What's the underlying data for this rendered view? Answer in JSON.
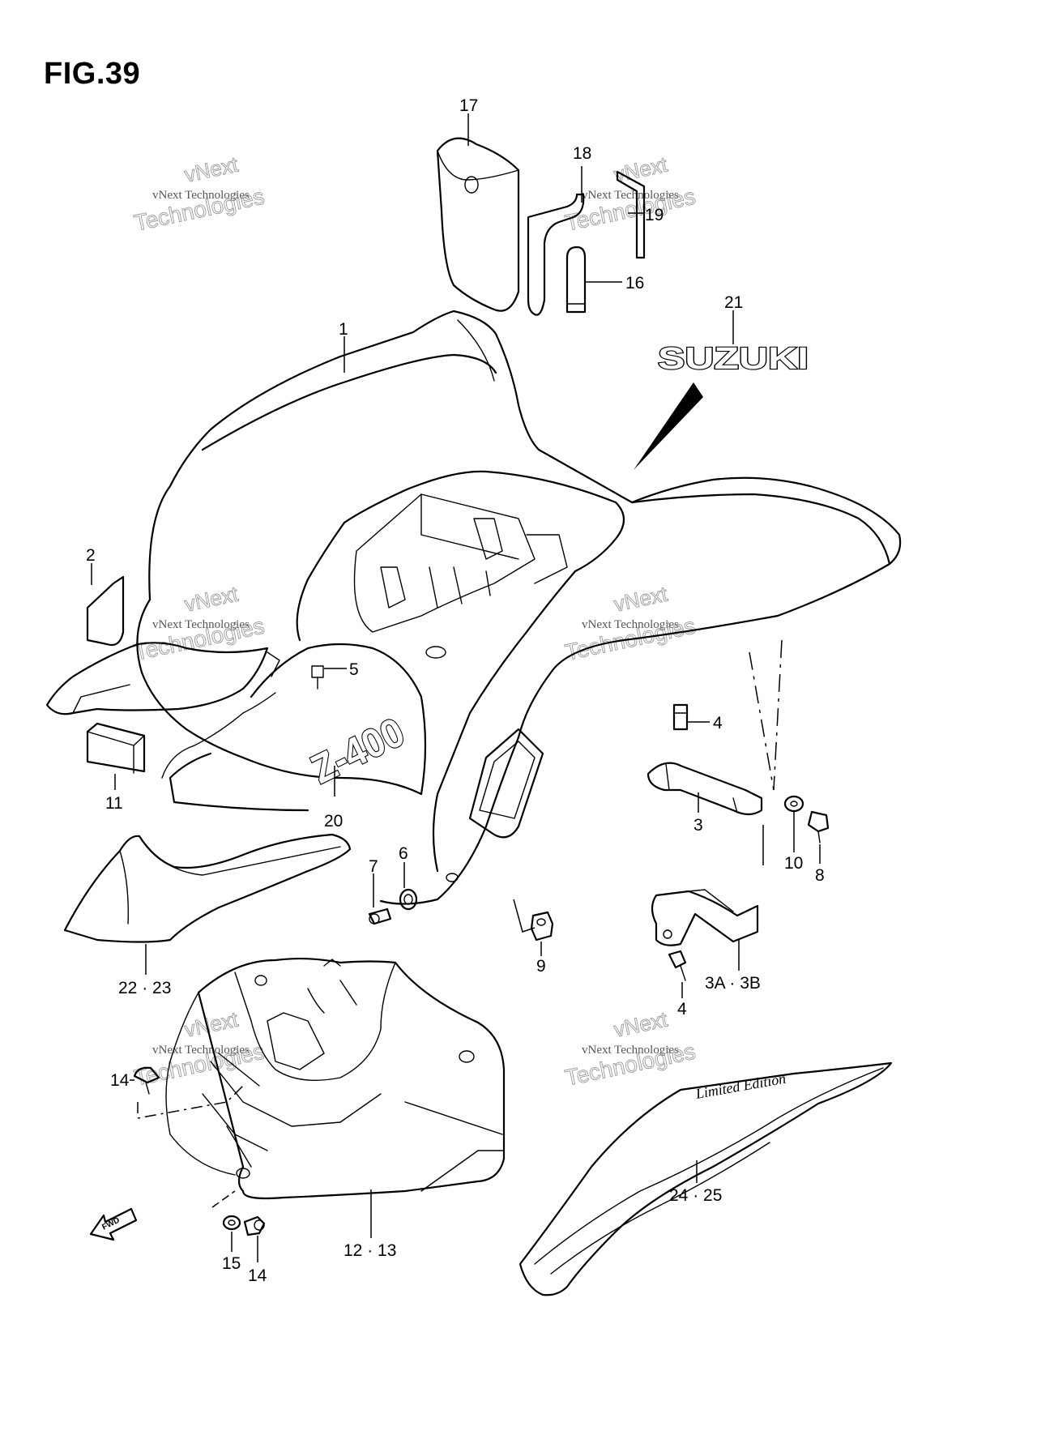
{
  "figure": {
    "title": "FIG.39"
  },
  "watermark": {
    "line1": "vNext",
    "line2": "vNext Technologies",
    "line3": "Technologies"
  },
  "decals": {
    "brand": "SUZUKI",
    "model": "Z-400",
    "edition": "Limited Edition"
  },
  "fwd_label": "FWD",
  "callouts": {
    "c1": "1",
    "c2": "2",
    "c3": "3",
    "c3a3b": "3A · 3B",
    "c4a": "4",
    "c4b": "4",
    "c5": "5",
    "c6": "6",
    "c7": "7",
    "c8": "8",
    "c9": "9",
    "c10": "10",
    "c11": "11",
    "c1213": "12 · 13",
    "c14a": "14",
    "c14b": "14",
    "c15": "15",
    "c16": "16",
    "c17": "17",
    "c18": "18",
    "c19": "19",
    "c20": "20",
    "c21": "21",
    "c2223": "22 · 23",
    "c2425": "24 · 25"
  }
}
